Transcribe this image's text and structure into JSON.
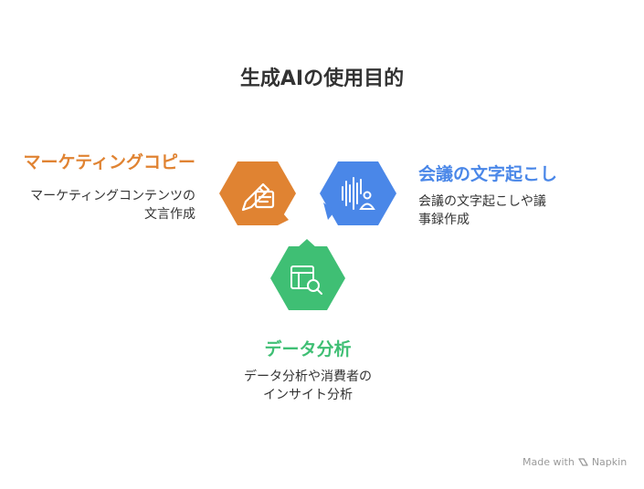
{
  "title": "生成AIの使用目的",
  "items": [
    {
      "label": "マーケティングコピー",
      "desc_lines": [
        "マーケティングコンテンツの",
        "文言作成"
      ],
      "color": "#E08332",
      "icon": "pen-document-icon"
    },
    {
      "label": "会議の文字起こし",
      "desc_lines": [
        "会議の文字起こしや議",
        "事録作成"
      ],
      "color": "#4A87E8",
      "icon": "audio-transcription-icon"
    },
    {
      "label": "データ分析",
      "desc_lines": [
        "データ分析や消費者の",
        "インサイト分析"
      ],
      "color": "#3FBF74",
      "icon": "data-search-icon"
    }
  ],
  "footer": {
    "made_with": "Made with",
    "brand": "Napkin"
  }
}
